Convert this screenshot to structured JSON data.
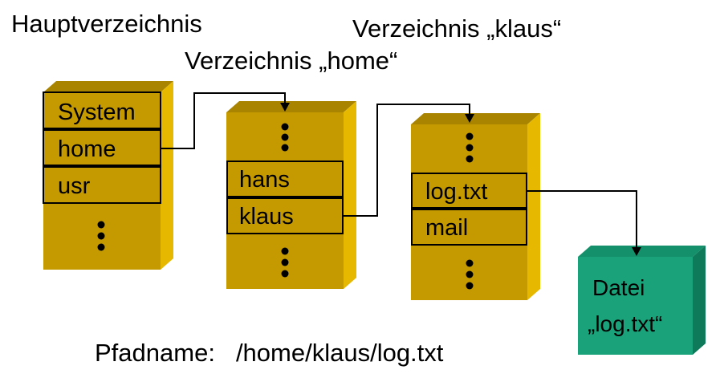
{
  "titles": {
    "root_dir": "Hauptverzeichnis",
    "home_dir": "Verzeichnis „home“",
    "klaus_dir": "Verzeichnis „klaus“"
  },
  "root_entries": [
    "System",
    "home",
    "usr"
  ],
  "home_entries": [
    "hans",
    "klaus"
  ],
  "klaus_entries": [
    "log.txt",
    "mail"
  ],
  "file": {
    "line1": "Datei",
    "line2": "„log.txt“"
  },
  "path": {
    "label": "Pfadname:",
    "value": "/home/klaus/log.txt"
  },
  "colors": {
    "dir_front": "#c49a00",
    "dir_side": "#e6b800",
    "dir_top": "#a88400",
    "file_front": "#1aa37a",
    "file_side": "#0f7a5a",
    "file_top": "#14906a"
  }
}
